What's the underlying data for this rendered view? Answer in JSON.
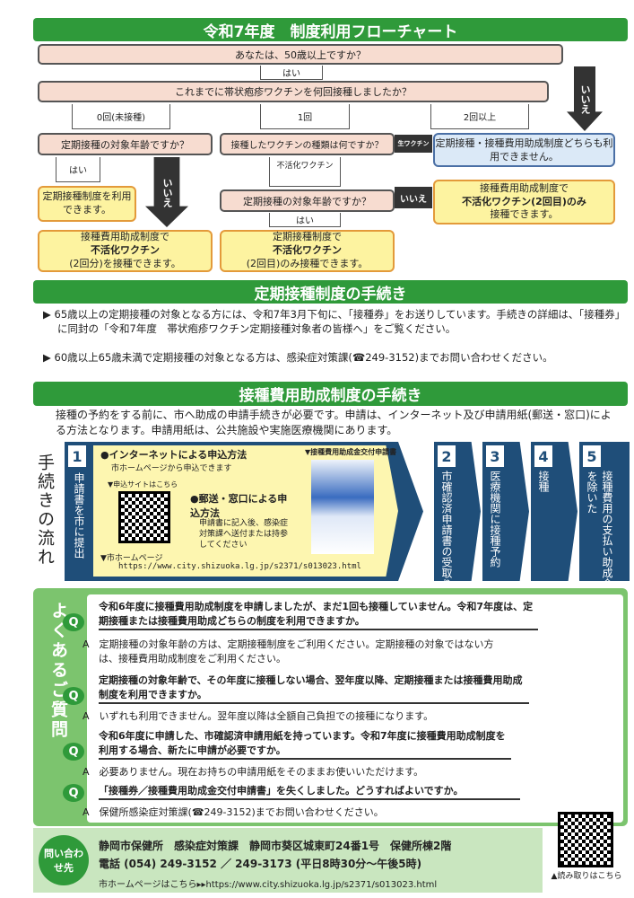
{
  "flowchart": {
    "title": "令和7年度　制度利用フローチャート",
    "q1": "あなたは、50歳以上ですか？",
    "yes": "はい",
    "no": "いいえ",
    "q2": "これまでに帯状疱疹ワクチンを何回接種しましたか？",
    "branch0": "0回(未接種)",
    "branch1": "1回",
    "branch2": "2回以上",
    "q3": "定期接種の対象年齢ですか？",
    "q4": "接種したワクチンの種類は何ですか？",
    "live": "生ワクチン",
    "inactivated": "不活化ワクチン",
    "q5": "定期接種の対象年齢ですか？",
    "r_none": "定期接種・接種費用助成制度どちらも利用できません。",
    "r_teiki": "定期接種制度を利用できます。",
    "r_subsidy2_l1": "接種費用助成制度で",
    "r_subsidy2_l2": "不活化ワクチン",
    "r_subsidy2_l3": "(2回分)を接種できます。",
    "r_teiki2_l1": "定期接種制度で",
    "r_teiki2_l2": "不活化ワクチン",
    "r_teiki2_l3": "(2回目)のみ接種できます。",
    "r_sub1_l1": "接種費用助成制度で",
    "r_sub1_l2": "不活化ワクチン(2回目)のみ",
    "r_sub1_l3": "接種できます。"
  },
  "teiki": {
    "title": "定期接種制度の手続き",
    "b1": "65歳以上の定期接種の対象となる方には、令和7年3月下旬に、「接種券」をお送りしています。手続きの詳細は、「接種券」に同封の「令和7年度　帯状疱疹ワクチン定期接種対象者の皆様へ」をご覧ください。",
    "b2": "60歳以上65歳未満で定期接種の対象となる方は、感染症対策課(☎249-3152)までお問い合わせください。"
  },
  "subsidy": {
    "title": "接種費用助成制度の手続き",
    "intro": "接種の予約をする前に、市へ助成の申請手続きが必要です。申請は、インターネット及び申請用紙(郵送・窓口)による方法となります。申請用紙は、公共施設や実施医療機関にあります。",
    "flow_label": "手続きの流れ",
    "steps": [
      {
        "num": "1",
        "label": "申請書を市に提出"
      },
      {
        "num": "2",
        "label": "市確認済申請書の受取り"
      },
      {
        "num": "3",
        "label": "医療機関に接種予約"
      },
      {
        "num": "4",
        "label": "接種"
      },
      {
        "num": "5",
        "label": "接種費用の支払い助成金額を除いた"
      }
    ],
    "internet_title": "●インターネットによる申込方法",
    "internet_desc": "市ホームページから申込できます",
    "qr_label": "▼申込サイトはこちら",
    "mail_title": "●郵送・窓口による申込方法",
    "mail_desc": "申請書に記入後、感染症対策課へ送付または持参してください",
    "form_label": "▼接種費用助成金交付申請書",
    "hp_label": "▼市ホームページ",
    "url": "https://www.city.shizuoka.lg.jp/s2371/s013023.html"
  },
  "faq": {
    "label": "よくあるご質問",
    "items": [
      {
        "q": "令和6年度に接種費用助成制度を申請しましたが、まだ1回も接種していません。令和7年度は、定期接種または接種費用助成どちらの制度を利用できますか。",
        "a": "定期接種の対象年齢の方は、定期接種制度をご利用ください。定期接種の対象ではない方は、接種費用助成制度をご利用ください。"
      },
      {
        "q": "定期接種の対象年齢で、その年度に接種しない場合、翌年度以降、定期接種または接種費用助成制度を利用できますか。",
        "a": "いずれも利用できません。翌年度以降は全額自己負担での接種になります。"
      },
      {
        "q": "令和6年度に申請した、市確認済申請用紙を持っています。令和7年度に接種費用助成制度を利用する場合、新たに申請が必要ですか。",
        "a": "必要ありません。現在お持ちの申請用紙をそのままお使いいただけます。"
      },
      {
        "q": "「接種券／接種費用助成金交付申請書」を失くしました。どうすればよいですか。",
        "a": "保健所感染症対策課(☎249-3152)までお問い合わせください。"
      }
    ]
  },
  "contact": {
    "label": "問い合わせ先",
    "line1": "静岡市保健所　感染症対策課　静岡市葵区城東町24番1号　保健所棟2階",
    "line2": "電話 (054) 249-3152 ／ 249-3173 (平日8時30分～午後5時)",
    "line3": "市ホームページはこちら▸▸https://www.city.shizuoka.lg.jp/s2371/s013023.html",
    "qr_label": "▲読み取りはこちら"
  }
}
